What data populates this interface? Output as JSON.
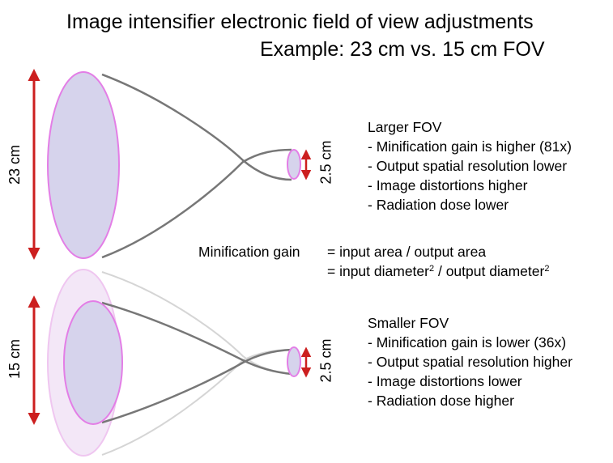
{
  "title": {
    "line1": "Image intensifier electronic field of view adjustments",
    "line2": "Example: 23 cm vs. 15 cm FOV"
  },
  "top_diagram": {
    "input_label": "23 cm",
    "output_label": "2.5 cm"
  },
  "bottom_diagram": {
    "input_label": "15 cm",
    "output_label": "2.5 cm"
  },
  "larger_fov": {
    "heading": "Larger FOV",
    "items": [
      "- Minification gain is higher (81x)",
      "- Output spatial resolution lower",
      "- Image distortions higher",
      "- Radiation dose lower"
    ]
  },
  "smaller_fov": {
    "heading": "Smaller FOV",
    "items": [
      "- Minification gain is lower (36x)",
      "- Output spatial resolution higher",
      "- Image distortions lower",
      "- Radiation dose higher"
    ]
  },
  "formula": {
    "label": "Minification gain",
    "line1": "= input area / output area",
    "line2_a": "= input diameter",
    "line2_sup1": "2",
    "line2_b": " / output diameter",
    "line2_sup2": "2"
  },
  "colors": {
    "disc_fill": "#d6d3ec",
    "disc_stroke": "#e37ee6",
    "ghost_fill": "#f3e7f7",
    "ghost_stroke": "#efc6f0",
    "arrow": "#cc1f1f",
    "line": "#777777",
    "ghost_line": "#d5d5d5"
  }
}
